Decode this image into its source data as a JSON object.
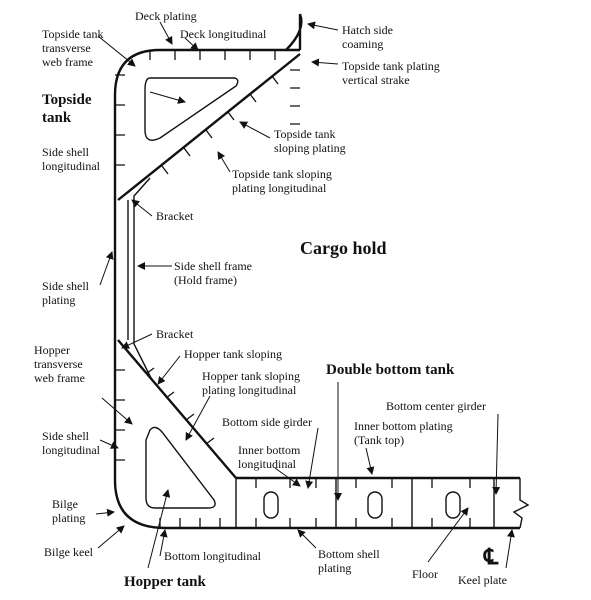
{
  "labels": {
    "deck_plating": "Deck plating",
    "deck_longitudinal": "Deck longitudinal",
    "hatch_side_1": "Hatch side",
    "hatch_side_2": "coaming",
    "topside_web_1": "Topside tank",
    "topside_web_2": "transverse",
    "topside_web_3": "web frame",
    "topside_vertical_1": "Topside tank plating",
    "topside_vertical_2": "vertical strake",
    "topside_tank_1": "Topside",
    "topside_tank_2": "tank",
    "topside_sloping_1": "Topside tank",
    "topside_sloping_2": "sloping plating",
    "side_shell_long_1": "Side shell",
    "side_shell_long_2": "longitudinal",
    "topside_sloping_long_1": "Topside tank sloping",
    "topside_sloping_long_2": "plating longitudinal",
    "bracket_upper": "Bracket",
    "cargo_hold": "Cargo hold",
    "side_shell_frame_1": "Side shell frame",
    "side_shell_frame_2": "(Hold frame)",
    "side_shell_plating_1": "Side shell",
    "side_shell_plating_2": "plating",
    "bracket_lower": "Bracket",
    "hopper_web_1": "Hopper",
    "hopper_web_2": "transverse",
    "hopper_web_3": "web frame",
    "hopper_sloping": "Hopper tank sloping",
    "hopper_sloping_long_1": "Hopper tank sloping",
    "hopper_sloping_long_2": "plating longitudinal",
    "double_bottom_tank": "Double bottom tank",
    "bottom_center_girder": "Bottom center girder",
    "bottom_side_girder": "Bottom side girder",
    "inner_bottom_plating_1": "Inner bottom plating",
    "inner_bottom_plating_2": "(Tank top)",
    "side_shell_long_lower_1": "Side shell",
    "side_shell_long_lower_2": "longitudinal",
    "inner_bottom_long_1": "Inner bottom",
    "inner_bottom_long_2": "longitudinal",
    "bilge_plating_1": "Bilge",
    "bilge_plating_2": "plating",
    "bilge_keel": "Bilge keel",
    "bottom_longitudinal": "Bottom longitudinal",
    "bottom_shell_plating_1": "Bottom shell",
    "bottom_shell_plating_2": "plating",
    "floor": "Floor",
    "keel_plate": "Keel plate",
    "hopper_tank": "Hopper tank",
    "centerline_symbol": "℄"
  }
}
